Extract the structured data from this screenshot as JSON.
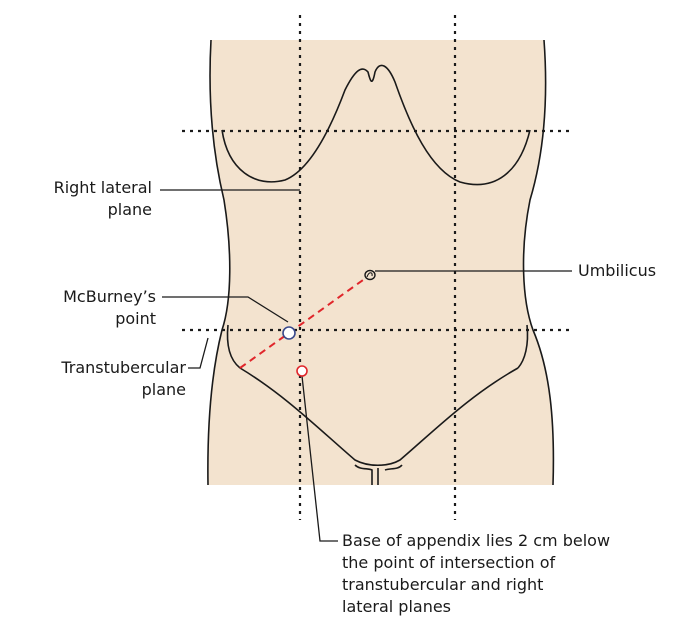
{
  "colors": {
    "skin": "#f3e3cf",
    "outline": "#1a1a1a",
    "mcburney_line": "#e0262b",
    "appendix_marker": "#e0262b",
    "mcburney_marker": "#3a4a8c"
  },
  "labels": {
    "right_lateral_line1": "Right lateral",
    "right_lateral_line2": "plane",
    "mcburney_line1": "McBurney’s",
    "mcburney_line2": "point",
    "transtubercular_line1": "Transtubercular",
    "transtubercular_line2": "plane",
    "umbilicus": "Umbilicus",
    "appendix_line1": "Base of appendix lies 2 cm below",
    "appendix_line2": "the point of intersection of",
    "appendix_line3": "transtubercular and right",
    "appendix_line4": "lateral planes"
  }
}
